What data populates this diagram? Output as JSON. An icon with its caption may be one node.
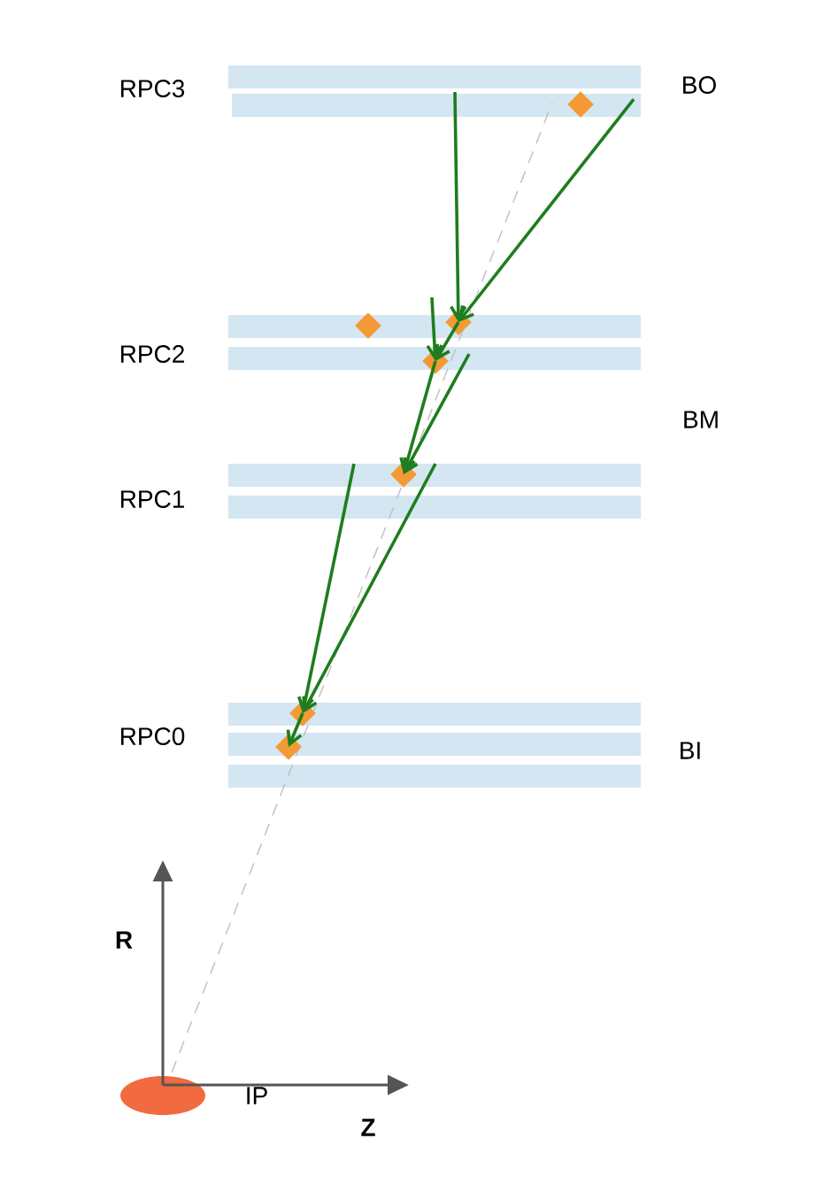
{
  "diagram": {
    "nodes": [
      {
        "text": [],
        "shape": "diamond"
      },
      {
        "text": [],
        "shape": "diamond"
      },
      {
        "text": [],
        "shape": "diamond"
      },
      {
        "text": [],
        "shape": "diamond"
      },
      {
        "text": [],
        "shape": "diamond"
      },
      {
        "text": [],
        "shape": "diamond"
      },
      {
        "text": [],
        "shape": "diamond"
      }
    ],
    "edges": [
      {
        "from": null,
        "to": 2,
        "arrow": "to"
      },
      {
        "from": null,
        "to": 2,
        "arrow": "to"
      },
      {
        "from": null,
        "to": 3,
        "arrow": "to"
      },
      {
        "from": 2,
        "to": 3,
        "arrow": "to"
      },
      {
        "from": 3,
        "to": 4,
        "arrow": "to"
      },
      {
        "from": null,
        "to": 4,
        "arrow": "to"
      },
      {
        "from": null,
        "to": 5,
        "arrow": "to"
      },
      {
        "from": null,
        "to": 5,
        "arrow": "to"
      },
      {
        "from": 5,
        "to": 6,
        "arrow": "to"
      }
    ],
    "labels": [
      "RPC3",
      "BO",
      "RPC2",
      "BM",
      "RPC1",
      "RPC0",
      "BI",
      "R",
      "IP",
      "Z"
    ]
  }
}
